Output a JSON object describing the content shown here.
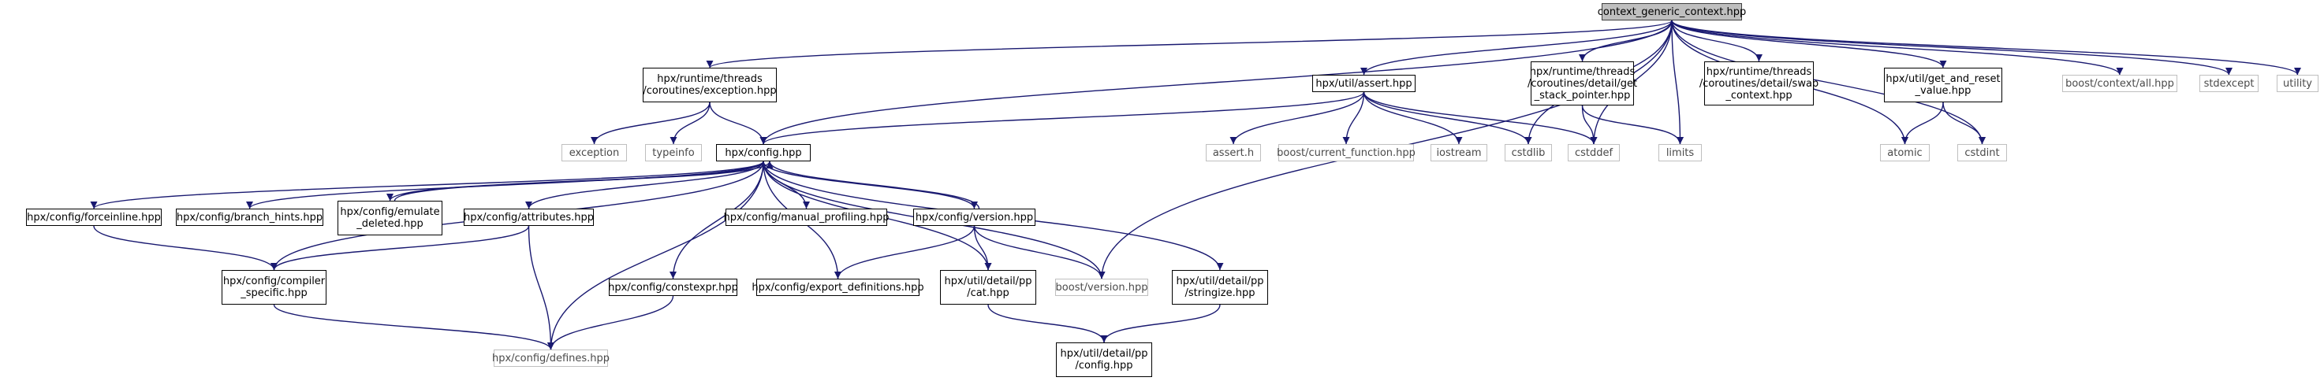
{
  "graph": {
    "root": "n_root",
    "colors": {
      "edge": "#191970",
      "root_fill": "#bfbfbf",
      "external_border": "#bfbfbf",
      "internal_border": "#000000"
    },
    "nodes": [
      {
        "id": "n_root",
        "label": "context_generic_context.hpp",
        "kind": "root"
      },
      {
        "id": "n_exc",
        "label": "hpx/runtime/threads\n/coroutines/exception.hpp",
        "kind": "internal"
      },
      {
        "id": "n_assert",
        "label": "hpx/util/assert.hpp",
        "kind": "internal"
      },
      {
        "id": "n_gsp",
        "label": "hpx/runtime/threads\n/coroutines/detail/get\n_stack_pointer.hpp",
        "kind": "internal"
      },
      {
        "id": "n_swap",
        "label": "hpx/runtime/threads\n/coroutines/detail/swap\n_context.hpp",
        "kind": "internal"
      },
      {
        "id": "n_garv",
        "label": "hpx/util/get_and_reset\n_value.hpp",
        "kind": "internal"
      },
      {
        "id": "n_bctx",
        "label": "boost/context/all.hpp",
        "kind": "external"
      },
      {
        "id": "n_stdexc",
        "label": "stdexcept",
        "kind": "external"
      },
      {
        "id": "n_utility",
        "label": "utility",
        "kind": "external"
      },
      {
        "id": "n_exception",
        "label": "exception",
        "kind": "external"
      },
      {
        "id": "n_typeinfo",
        "label": "typeinfo",
        "kind": "external"
      },
      {
        "id": "n_config",
        "label": "hpx/config.hpp",
        "kind": "internal"
      },
      {
        "id": "n_asserth",
        "label": "assert.h",
        "kind": "external"
      },
      {
        "id": "n_bcf",
        "label": "boost/current_function.hpp",
        "kind": "external"
      },
      {
        "id": "n_iostream",
        "label": "iostream",
        "kind": "external"
      },
      {
        "id": "n_cstdlib",
        "label": "cstdlib",
        "kind": "external"
      },
      {
        "id": "n_cstddef",
        "label": "cstddef",
        "kind": "external"
      },
      {
        "id": "n_limits",
        "label": "limits",
        "kind": "external"
      },
      {
        "id": "n_atomic",
        "label": "atomic",
        "kind": "external"
      },
      {
        "id": "n_cstdint",
        "label": "cstdint",
        "kind": "external"
      },
      {
        "id": "n_forceinline",
        "label": "hpx/config/forceinline.hpp",
        "kind": "internal"
      },
      {
        "id": "n_branch",
        "label": "hpx/config/branch_hints.hpp",
        "kind": "internal"
      },
      {
        "id": "n_emulate",
        "label": "hpx/config/emulate\n_deleted.hpp",
        "kind": "internal"
      },
      {
        "id": "n_attrib",
        "label": "hpx/config/attributes.hpp",
        "kind": "internal"
      },
      {
        "id": "n_manprof",
        "label": "hpx/config/manual_profiling.hpp",
        "kind": "internal"
      },
      {
        "id": "n_version",
        "label": "hpx/config/version.hpp",
        "kind": "internal"
      },
      {
        "id": "n_compspec",
        "label": "hpx/config/compiler\n_specific.hpp",
        "kind": "internal"
      },
      {
        "id": "n_constexpr",
        "label": "hpx/config/constexpr.hpp",
        "kind": "internal"
      },
      {
        "id": "n_exportdef",
        "label": "hpx/config/export_definitions.hpp",
        "kind": "internal"
      },
      {
        "id": "n_cat",
        "label": "hpx/util/detail/pp\n/cat.hpp",
        "kind": "internal"
      },
      {
        "id": "n_bversion",
        "label": "boost/version.hpp",
        "kind": "external"
      },
      {
        "id": "n_stringize",
        "label": "hpx/util/detail/pp\n/stringize.hpp",
        "kind": "internal"
      },
      {
        "id": "n_defines",
        "label": "hpx/config/defines.hpp",
        "kind": "external"
      },
      {
        "id": "n_ppconfig",
        "label": "hpx/util/detail/pp\n/config.hpp",
        "kind": "internal"
      }
    ],
    "edges": [
      [
        "n_root",
        "n_exc"
      ],
      [
        "n_root",
        "n_config"
      ],
      [
        "n_root",
        "n_assert"
      ],
      [
        "n_root",
        "n_gsp"
      ],
      [
        "n_root",
        "n_swap"
      ],
      [
        "n_root",
        "n_garv"
      ],
      [
        "n_root",
        "n_bctx"
      ],
      [
        "n_root",
        "n_stdexc"
      ],
      [
        "n_root",
        "n_utility"
      ],
      [
        "n_root",
        "n_cstdlib"
      ],
      [
        "n_root",
        "n_cstddef"
      ],
      [
        "n_root",
        "n_limits"
      ],
      [
        "n_root",
        "n_atomic"
      ],
      [
        "n_root",
        "n_cstdint"
      ],
      [
        "n_root",
        "n_bversion"
      ],
      [
        "n_exc",
        "n_exception"
      ],
      [
        "n_exc",
        "n_typeinfo"
      ],
      [
        "n_exc",
        "n_config"
      ],
      [
        "n_assert",
        "n_config"
      ],
      [
        "n_assert",
        "n_asserth"
      ],
      [
        "n_assert",
        "n_bcf"
      ],
      [
        "n_assert",
        "n_iostream"
      ],
      [
        "n_assert",
        "n_cstdlib"
      ],
      [
        "n_assert",
        "n_cstddef"
      ],
      [
        "n_gsp",
        "n_cstddef"
      ],
      [
        "n_gsp",
        "n_limits"
      ],
      [
        "n_garv",
        "n_atomic"
      ],
      [
        "n_garv",
        "n_cstdint"
      ],
      [
        "n_config",
        "n_forceinline"
      ],
      [
        "n_config",
        "n_branch"
      ],
      [
        "n_config",
        "n_emulate"
      ],
      [
        "n_config",
        "n_attrib"
      ],
      [
        "n_config",
        "n_manprof"
      ],
      [
        "n_config",
        "n_version"
      ],
      [
        "n_config",
        "n_compspec"
      ],
      [
        "n_config",
        "n_constexpr"
      ],
      [
        "n_config",
        "n_exportdef"
      ],
      [
        "n_config",
        "n_cat"
      ],
      [
        "n_config",
        "n_bversion"
      ],
      [
        "n_config",
        "n_stringize"
      ],
      [
        "n_config",
        "n_defines"
      ],
      [
        "n_emulate",
        "n_config"
      ],
      [
        "n_version",
        "n_config"
      ],
      [
        "n_forceinline",
        "n_compspec"
      ],
      [
        "n_attrib",
        "n_compspec"
      ],
      [
        "n_attrib",
        "n_defines"
      ],
      [
        "n_compspec",
        "n_defines"
      ],
      [
        "n_constexpr",
        "n_defines"
      ],
      [
        "n_version",
        "n_exportdef"
      ],
      [
        "n_version",
        "n_cat"
      ],
      [
        "n_version",
        "n_bversion"
      ],
      [
        "n_cat",
        "n_ppconfig"
      ],
      [
        "n_stringize",
        "n_ppconfig"
      ]
    ]
  }
}
